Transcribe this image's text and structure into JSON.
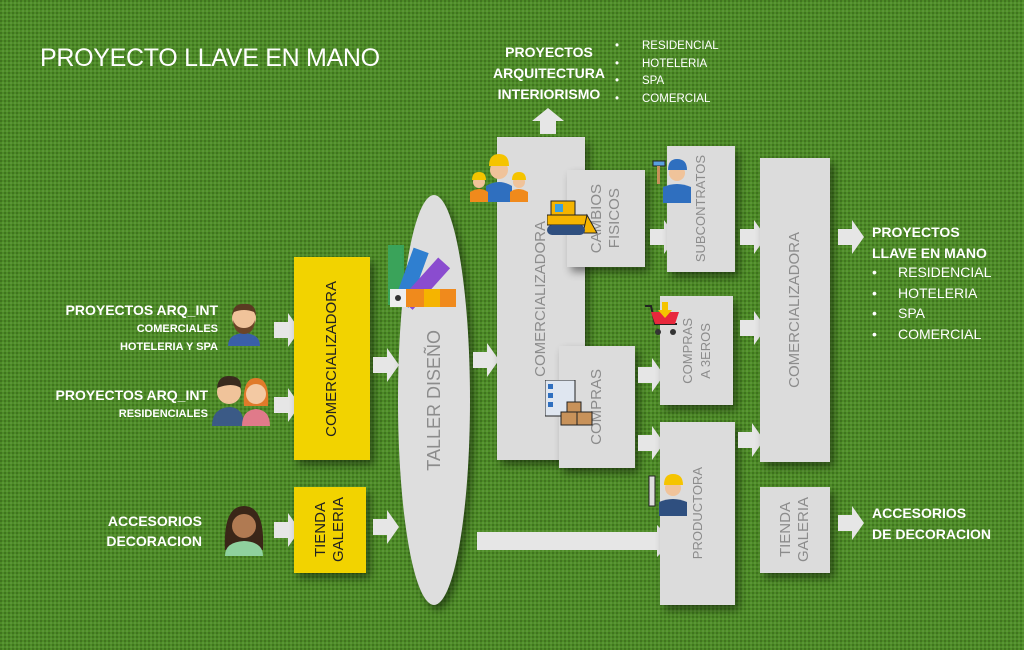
{
  "title": "PROYECTO LLAVE EN MANO",
  "inputs": {
    "comerciales": {
      "heading": "PROYECTOS ARQ_INT",
      "sub1": "COMERCIALES",
      "sub2": "HOTELERIA Y SPA"
    },
    "residenciales": {
      "heading": "PROYECTOS ARQ_INT",
      "sub1": "RESIDENCIALES"
    },
    "accesorios": {
      "line1": "ACCESORIOS",
      "line2": "DECORACION"
    }
  },
  "boxes": {
    "comercializadora_left": "COMERCIALIZADORA",
    "tienda_galeria_left": "TIENDA\nGALERIA",
    "taller_diseno": "TALLER DISEÑO",
    "comercializadora_mid": "COMERCIALIZADORA",
    "cambios_fisicos": "CAMBIOS\nFISICOS",
    "compras": "COMPRAS",
    "subcontratos": "SUBCONTRATOS",
    "compras_3eros": "COMPRAS\nA 3EROS",
    "productora": "PRODUCTORA",
    "comercializadora_right": "COMERCIALIZADORA",
    "tienda_galeria_right": "TIENDA\nGALERIA"
  },
  "top_output": {
    "heading": [
      "PROYECTOS",
      "ARQUITECTURA",
      "INTERIORISMO"
    ],
    "items": [
      "RESIDENCIAL",
      "HOTELERIA",
      "SPA",
      "COMERCIAL"
    ]
  },
  "right_output": {
    "heading": [
      "PROYECTOS",
      "LLAVE EN MANO"
    ],
    "items": [
      "RESIDENCIAL",
      "HOTELERIA",
      "SPA",
      "COMERCIAL"
    ],
    "accesorios": [
      "ACCESORIOS",
      "DE DECORACION"
    ]
  },
  "colors": {
    "background": "#4d8c26",
    "yellow": "#f2d300",
    "gray_box": "#dcdcdc"
  }
}
